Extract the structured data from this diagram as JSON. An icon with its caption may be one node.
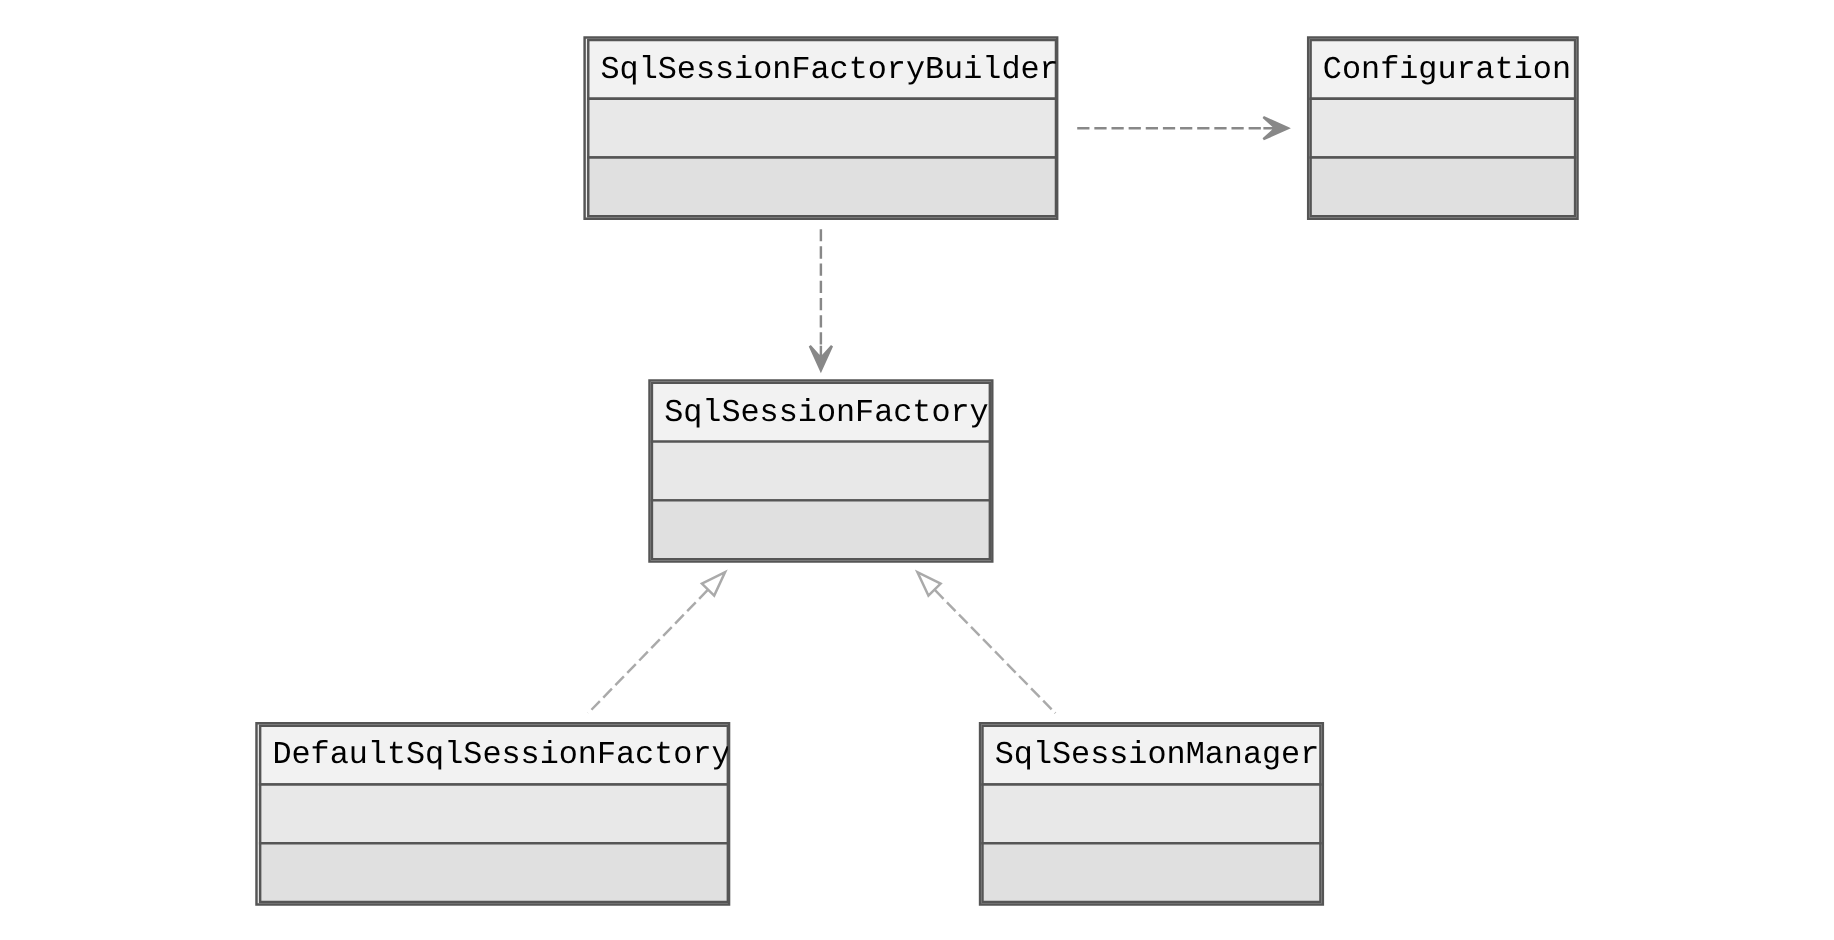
{
  "diagram": {
    "nodes": [
      {
        "text": [
          "SqlSessionFactoryBuilder"
        ]
      },
      {
        "text": [
          "Configuration"
        ]
      },
      {
        "text": [
          "SqlSessionFactory"
        ]
      },
      {
        "text": [
          "DefaultSqlSessionFactory"
        ]
      },
      {
        "text": [
          "SqlSessionManager"
        ]
      }
    ],
    "edges": [
      {
        "from": 0,
        "to": 1,
        "arrow": "to",
        "style": "dashed"
      },
      {
        "from": 0,
        "to": 2,
        "arrow": "to",
        "style": "dashed"
      },
      {
        "from": 3,
        "to": 2,
        "arrow": "to",
        "style": "dashed"
      },
      {
        "from": 4,
        "to": 2,
        "arrow": "to",
        "style": "dashed"
      }
    ]
  }
}
